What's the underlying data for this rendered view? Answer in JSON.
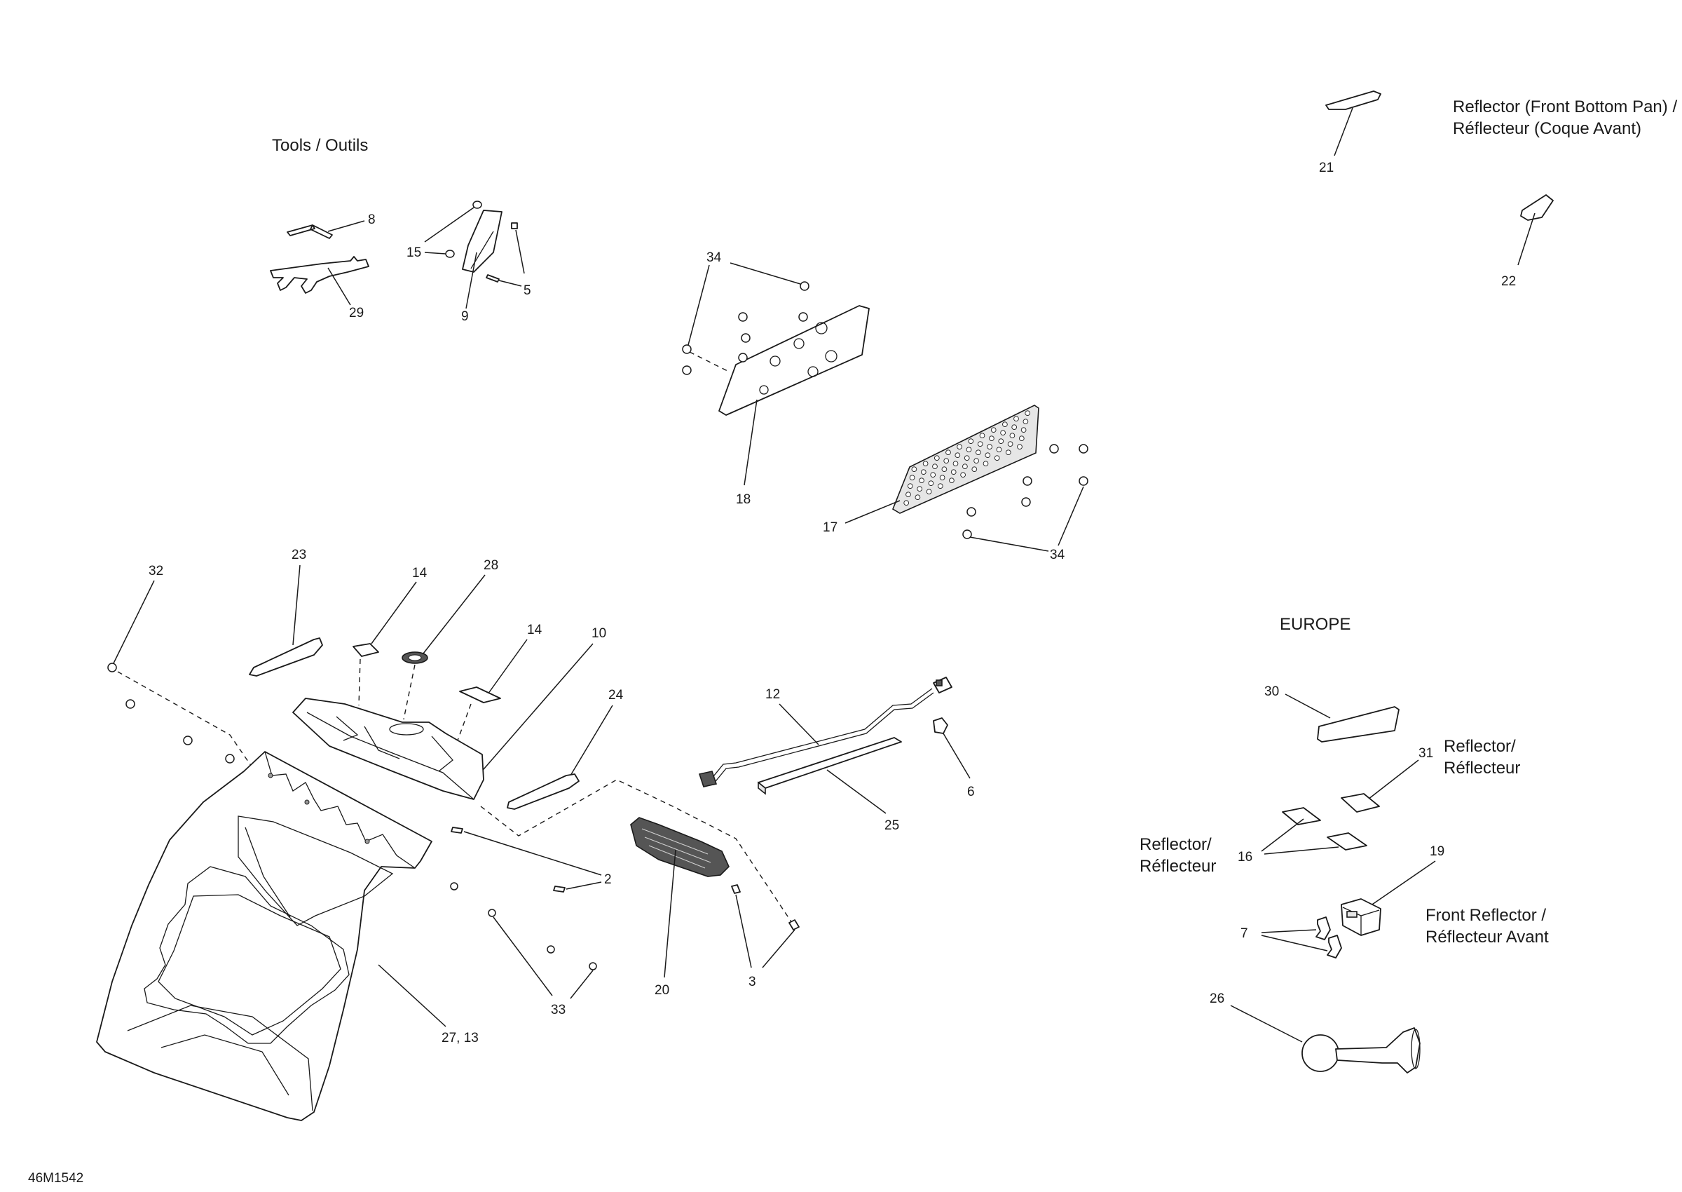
{
  "diagram_code": "46M1542",
  "headings": {
    "tools": "Tools / Outils",
    "reflector_front_bottom_pan_1": "Reflector (Front Bottom Pan) /",
    "reflector_front_bottom_pan_2": "Réflecteur (Coque Avant)",
    "europe": "EUROPE",
    "reflector_31_1": "Reflector/",
    "reflector_31_2": "Réflecteur",
    "reflector_16_1": "Reflector/",
    "reflector_16_2": "Réflecteur",
    "front_reflector_1": "Front Reflector /",
    "front_reflector_2": "Réflecteur Avant"
  },
  "callouts": {
    "c2": "2",
    "c3": "3",
    "c5": "5",
    "c6": "6",
    "c7": "7",
    "c8": "8",
    "c9": "9",
    "c10": "10",
    "c12": "12",
    "c14a": "14",
    "c14b": "14",
    "c15": "15",
    "c16": "16",
    "c17": "17",
    "c18": "18",
    "c19": "19",
    "c20": "20",
    "c21": "21",
    "c22": "22",
    "c23": "23",
    "c24": "24",
    "c25": "25",
    "c26": "26",
    "c27_13": "27, 13",
    "c28": "28",
    "c29": "29",
    "c30": "30",
    "c31": "31",
    "c32": "32",
    "c33": "33",
    "c34a": "34",
    "c34b": "34"
  }
}
